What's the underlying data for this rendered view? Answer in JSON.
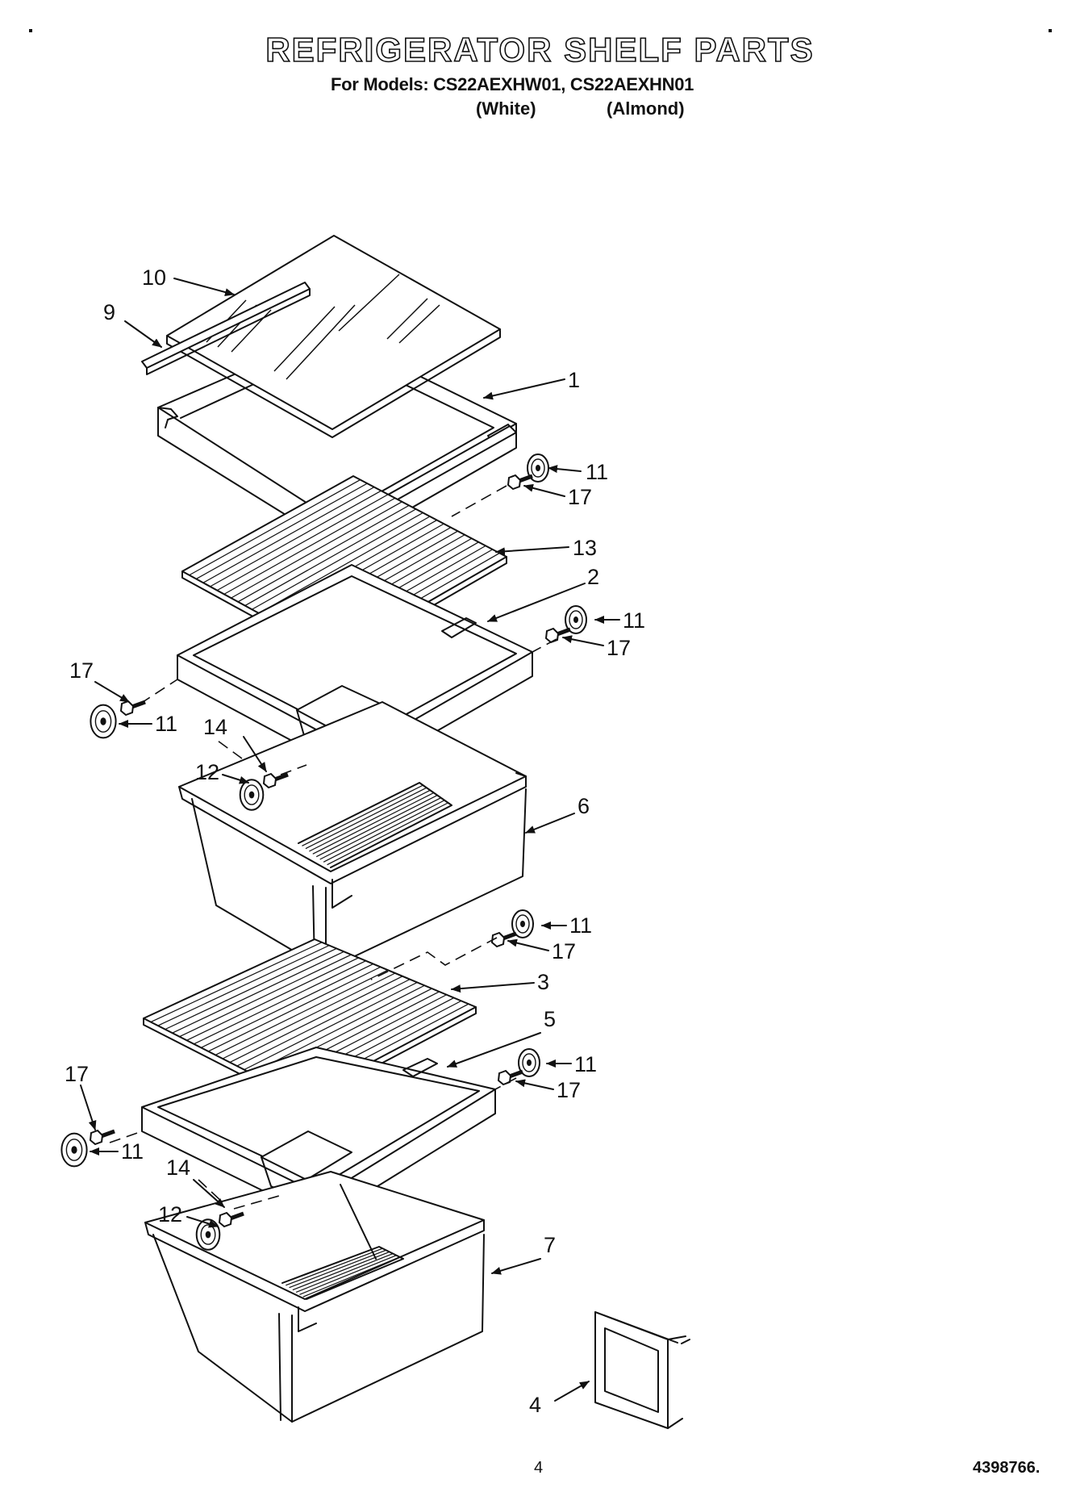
{
  "header": {
    "title": "REFRIGERATOR SHELF PARTS",
    "models_line": "For Models: CS22AEXHW01, CS22AEXHN01",
    "variant_white": "(White)",
    "variant_almond": "(Almond)"
  },
  "callouts": {
    "c10": "10",
    "c9": "9",
    "c1": "1",
    "c11a": "11",
    "c17a": "17",
    "c13": "13",
    "c2": "2",
    "c11b": "11",
    "c17b": "17",
    "c17c": "17",
    "c11c": "11",
    "c14a": "14",
    "c12a": "12",
    "c6": "6",
    "c11d": "11",
    "c17d": "17",
    "c3": "3",
    "c5": "5",
    "c11e": "11",
    "c17e": "17",
    "c17f": "17",
    "c11f": "11",
    "c14b": "14",
    "c12b": "12",
    "c7": "7",
    "c4": "4"
  },
  "footer": {
    "page_number": "4",
    "document_number": "4398766."
  }
}
